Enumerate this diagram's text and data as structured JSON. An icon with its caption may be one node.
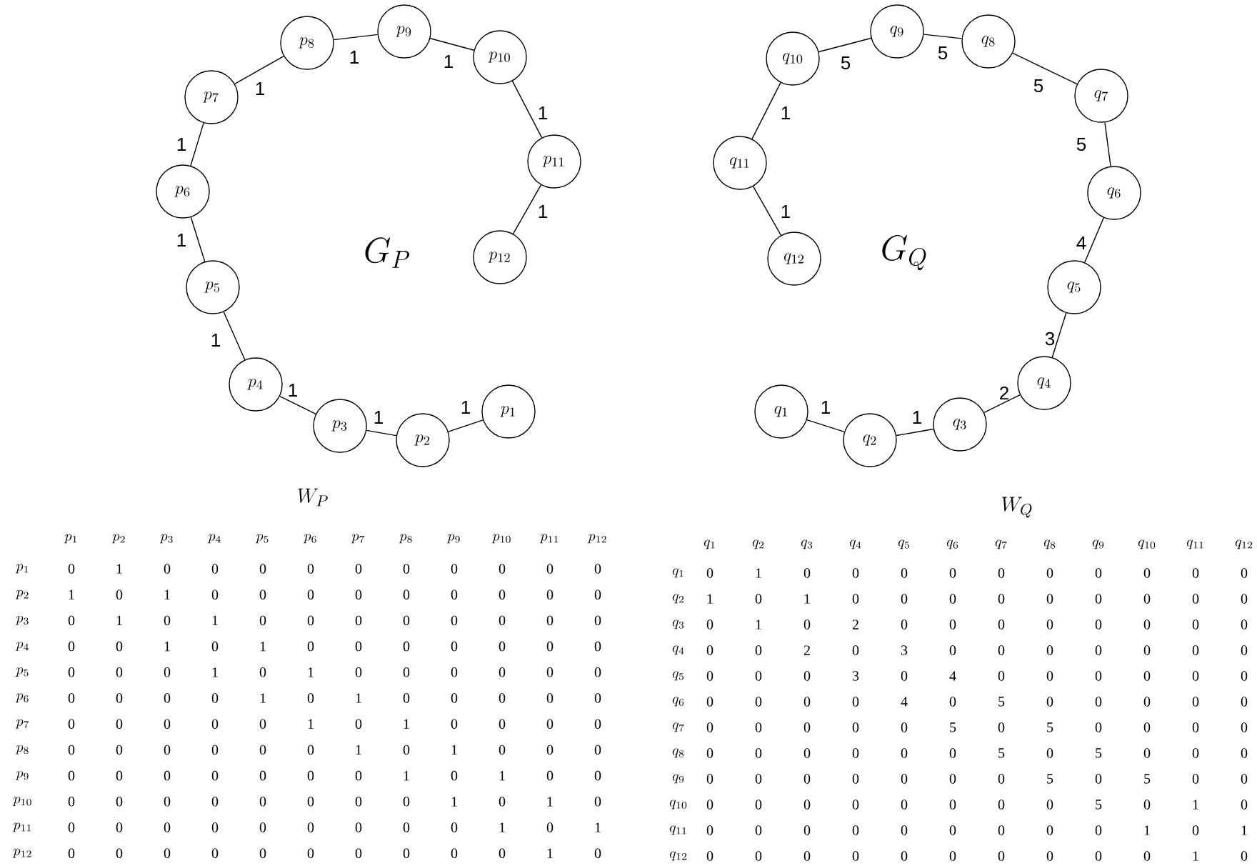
{
  "diagram": {
    "nodes": [
      {
        "text": [
          "p_{1}"
        ]
      },
      {
        "text": [
          "p_{2}"
        ]
      },
      {
        "text": [
          "p_{3}"
        ]
      },
      {
        "text": [
          "p_{4}"
        ]
      },
      {
        "text": [
          "p_{5}"
        ]
      },
      {
        "text": [
          "p_{6}"
        ]
      },
      {
        "text": [
          "p_{7}"
        ]
      },
      {
        "text": [
          "p_{8}"
        ]
      },
      {
        "text": [
          "p_{9}"
        ]
      },
      {
        "text": [
          "p_{10}"
        ]
      },
      {
        "text": [
          "p_{11}"
        ]
      },
      {
        "text": [
          "p_{12}"
        ]
      },
      {
        "text": [
          "q_{1}"
        ]
      },
      {
        "text": [
          "q_{2}"
        ]
      },
      {
        "text": [
          "q_{3}"
        ]
      },
      {
        "text": [
          "q_{4}"
        ]
      },
      {
        "text": [
          "q_{5}"
        ]
      },
      {
        "text": [
          "q_{6}"
        ]
      },
      {
        "text": [
          "q_{7}"
        ]
      },
      {
        "text": [
          "q_{8}"
        ]
      },
      {
        "text": [
          "q_{9}"
        ]
      },
      {
        "text": [
          "q_{10}"
        ]
      },
      {
        "text": [
          "q_{11}"
        ]
      },
      {
        "text": [
          "q_{12}"
        ]
      }
    ],
    "edges": [
      {
        "from": 0,
        "to": 1,
        "arrow": "none",
        "label": "1"
      },
      {
        "from": 1,
        "to": 2,
        "arrow": "none",
        "label": "1"
      },
      {
        "from": 2,
        "to": 3,
        "arrow": "none",
        "label": "1"
      },
      {
        "from": 3,
        "to": 4,
        "arrow": "none",
        "label": "1"
      },
      {
        "from": 4,
        "to": 5,
        "arrow": "none",
        "label": "1"
      },
      {
        "from": 5,
        "to": 6,
        "arrow": "none",
        "label": "1"
      },
      {
        "from": 6,
        "to": 7,
        "arrow": "none",
        "label": "1"
      },
      {
        "from": 7,
        "to": 8,
        "arrow": "none",
        "label": "1"
      },
      {
        "from": 8,
        "to": 9,
        "arrow": "none",
        "label": "1"
      },
      {
        "from": 9,
        "to": 10,
        "arrow": "none",
        "label": "1"
      },
      {
        "from": 10,
        "to": 11,
        "arrow": "none",
        "label": "1"
      },
      {
        "from": 12,
        "to": 13,
        "arrow": "none",
        "label": "1"
      },
      {
        "from": 13,
        "to": 14,
        "arrow": "none",
        "label": "1"
      },
      {
        "from": 14,
        "to": 15,
        "arrow": "none",
        "label": "2"
      },
      {
        "from": 15,
        "to": 16,
        "arrow": "none",
        "label": "3"
      },
      {
        "from": 16,
        "to": 17,
        "arrow": "none",
        "label": "4"
      },
      {
        "from": 17,
        "to": 18,
        "arrow": "none",
        "label": "5"
      },
      {
        "from": 18,
        "to": 19,
        "arrow": "none",
        "label": "5"
      },
      {
        "from": 19,
        "to": 20,
        "arrow": "none",
        "label": "5"
      },
      {
        "from": 20,
        "to": 21,
        "arrow": "none",
        "label": "5"
      },
      {
        "from": 21,
        "to": 22,
        "arrow": "none",
        "label": "1"
      },
      {
        "from": 22,
        "to": 23,
        "arrow": "none",
        "label": "1"
      }
    ],
    "labels": [
      "G_{P}",
      "G_{Q}",
      "W_{P}",
      "p_{1}",
      "p_{2}",
      "p_{3}",
      "p_{4}",
      "p_{5}",
      "p_{6}",
      "p_{7}",
      "p_{8}",
      "p_{9}",
      "p_{10}",
      "p_{11}",
      "p_{12}",
      "p_{1}",
      "0",
      "1",
      "0",
      "0",
      "0",
      "0",
      "0",
      "0",
      "0",
      "0",
      "0",
      "0",
      "p_{2}",
      "1",
      "0",
      "1",
      "0",
      "0",
      "0",
      "0",
      "0",
      "0",
      "0",
      "0",
      "0",
      "p_{3}",
      "0",
      "1",
      "0",
      "1",
      "0",
      "0",
      "0",
      "0",
      "0",
      "0",
      "0",
      "0",
      "p_{4}",
      "0",
      "0",
      "1",
      "0",
      "1",
      "0",
      "0",
      "0",
      "0",
      "0",
      "0",
      "0",
      "p_{5}",
      "0",
      "0",
      "0",
      "1",
      "0",
      "1",
      "0",
      "0",
      "0",
      "0",
      "0",
      "0",
      "p_{6}",
      "0",
      "0",
      "0",
      "0",
      "1",
      "0",
      "1",
      "0",
      "0",
      "0",
      "0",
      "0",
      "p_{7}",
      "0",
      "0",
      "0",
      "0",
      "0",
      "1",
      "0",
      "1",
      "0",
      "0",
      "0",
      "0",
      "p_{8}",
      "0",
      "0",
      "0",
      "0",
      "0",
      "0",
      "1",
      "0",
      "1",
      "0",
      "0",
      "0",
      "p_{9}",
      "0",
      "0",
      "0",
      "0",
      "0",
      "0",
      "0",
      "1",
      "0",
      "1",
      "0",
      "0",
      "p_{10}",
      "0",
      "0",
      "0",
      "0",
      "0",
      "0",
      "0",
      "0",
      "1",
      "0",
      "1",
      "0",
      "p_{11}",
      "0",
      "0",
      "0",
      "0",
      "0",
      "0",
      "0",
      "0",
      "0",
      "1",
      "0",
      "1",
      "p_{12}",
      "0",
      "0",
      "0",
      "0",
      "0",
      "0",
      "0",
      "0",
      "0",
      "0",
      "1",
      "0",
      "W_{Q}",
      "q_{1}",
      "q_{2}",
      "q_{3}",
      "q_{4}",
      "q_{5}",
      "q_{6}",
      "q_{7}",
      "q_{8}",
      "q_{9}",
      "q_{10}",
      "q_{11}",
      "q_{12}",
      "q_{1}",
      "0",
      "1",
      "0",
      "0",
      "0",
      "0",
      "0",
      "0",
      "0",
      "0",
      "0",
      "0",
      "q_{2}",
      "1",
      "0",
      "1",
      "0",
      "0",
      "0",
      "0",
      "0",
      "0",
      "0",
      "0",
      "0",
      "q_{3}",
      "0",
      "1",
      "0",
      "2",
      "0",
      "0",
      "0",
      "0",
      "0",
      "0",
      "0",
      "0",
      "q_{4}",
      "0",
      "0",
      "2",
      "0",
      "3",
      "0",
      "0",
      "0",
      "0",
      "0",
      "0",
      "0",
      "q_{5}",
      "0",
      "0",
      "0",
      "3",
      "0",
      "4",
      "0",
      "0",
      "0",
      "0",
      "0",
      "0",
      "q_{6}",
      "0",
      "0",
      "0",
      "0",
      "4",
      "0",
      "5",
      "0",
      "0",
      "0",
      "0",
      "0",
      "q_{7}",
      "0",
      "0",
      "0",
      "0",
      "0",
      "5",
      "0",
      "5",
      "0",
      "0",
      "0",
      "0",
      "q_{8}",
      "0",
      "0",
      "0",
      "0",
      "0",
      "0",
      "5",
      "0",
      "5",
      "0",
      "0",
      "0",
      "q_{9}",
      "0",
      "0",
      "0",
      "0",
      "0",
      "0",
      "0",
      "5",
      "0",
      "5",
      "0",
      "0",
      "q_{10}",
      "0",
      "0",
      "0",
      "0",
      "0",
      "0",
      "0",
      "0",
      "5",
      "0",
      "1",
      "0",
      "q_{11}",
      "0",
      "0",
      "0",
      "0",
      "0",
      "0",
      "0",
      "0",
      "0",
      "1",
      "0",
      "1",
      "q_{12}",
      "0",
      "0",
      "0",
      "0",
      "0",
      "0",
      "0",
      "0",
      "0",
      "0",
      "1",
      "0"
    ]
  }
}
